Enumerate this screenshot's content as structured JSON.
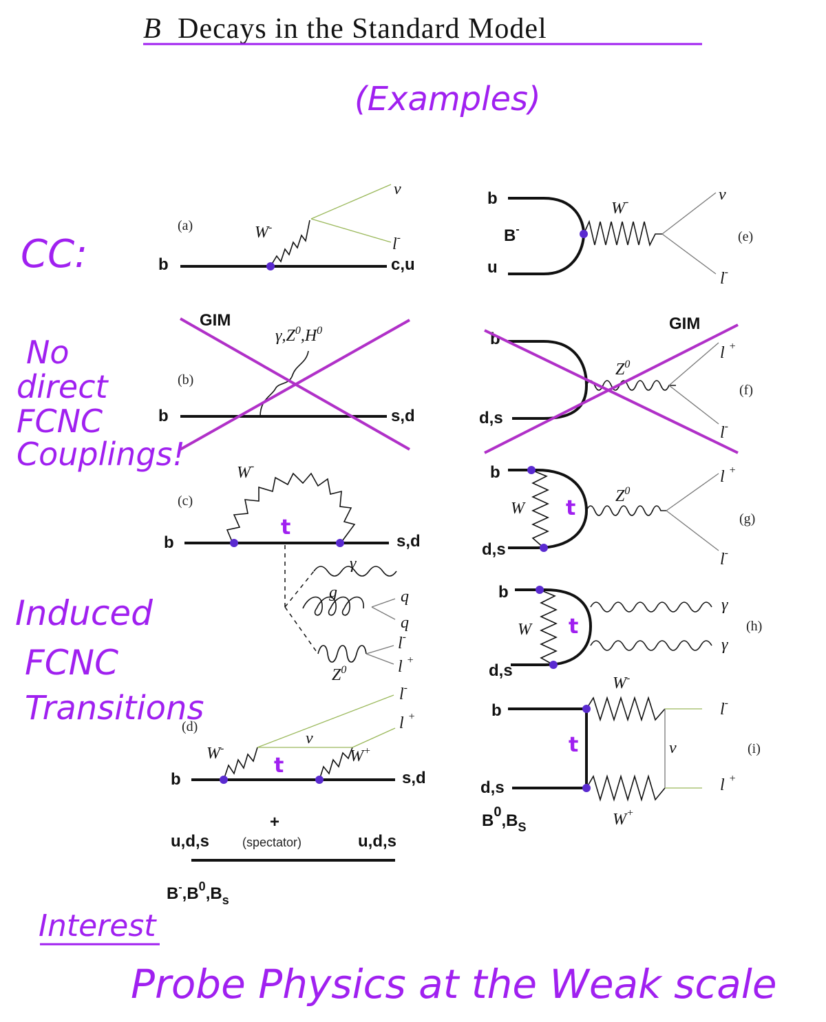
{
  "title": {
    "prefix": "B",
    "text": "Decays in the Standard Model"
  },
  "subtitle": "(Examples)",
  "side_notes": {
    "cc": "CC:",
    "no_direct": [
      "No",
      "direct",
      "FCNC",
      "Couplings!"
    ],
    "induced": [
      "Induced",
      "FCNC",
      "Transitions"
    ],
    "interest": "Interest",
    "probe": "Probe Physics at the Weak scale"
  },
  "colors": {
    "handwriting": "#a020f0",
    "cross": "#b030c8",
    "ink": "#111111"
  },
  "diagrams": {
    "a": {
      "tag": "(a)",
      "in": "b",
      "out": "c,u",
      "boson": "W",
      "boson_sup": "-",
      "nu": "ν",
      "lep": "l",
      "lep_sup": "-"
    },
    "b": {
      "tag": "(b)",
      "in": "b",
      "out": "s,d",
      "gim": "GIM",
      "boson": "γ,Z",
      "boson_sup": "0",
      "higgs": ",H",
      "higgs_sup": "0"
    },
    "c": {
      "tag": "(c)",
      "in": "b",
      "out": "s,d",
      "boson": "W",
      "boson_sup": "-",
      "top": "t",
      "gamma": "γ",
      "gluon": "g",
      "q1": "q",
      "q2": "q",
      "z": "Z",
      "z_sup": "0",
      "l1": "l",
      "l1_sup": "-",
      "l2": "l",
      "l2_sup": "+"
    },
    "d": {
      "tag": "(d)",
      "in": "b",
      "out": "s,d",
      "wm": "W",
      "wm_sup": "-",
      "wp": "W",
      "wp_sup": "+",
      "nu": "ν",
      "top": "t",
      "l1": "l",
      "l1_sup": "-",
      "l2": "l",
      "l2_sup": "+",
      "plus": "+",
      "spectator": "(spectator)",
      "spec_left": "u,d,s",
      "spec_right": "u,d,s",
      "meson": "B",
      "meson_sup1": "-",
      "meson_b0": ",B",
      "meson_sup2": "0",
      "meson_bs": ",B",
      "meson_sub": "s"
    },
    "e": {
      "tag": "(e)",
      "q1": "b",
      "q2": "u",
      "meson": "B",
      "meson_sup": "-",
      "boson": "W",
      "boson_sup": "-",
      "nu": "ν",
      "lep": "l",
      "lep_sup": "-"
    },
    "f": {
      "tag": "(f)",
      "q1": "b",
      "q2": "d,s",
      "gim": "GIM",
      "boson": "Z",
      "boson_sup": "0",
      "l1": "l",
      "l1_sup": "+",
      "l2": "l",
      "l2_sup": "-"
    },
    "g": {
      "tag": "(g)",
      "q1": "b",
      "q2": "d,s",
      "w": "W",
      "top": "t",
      "boson": "Z",
      "boson_sup": "0",
      "l1": "l",
      "l1_sup": "+",
      "l2": "l",
      "l2_sup": "-"
    },
    "h": {
      "tag": "(h)",
      "q1": "b",
      "q2": "d,s",
      "w": "W",
      "top": "t",
      "g1": "γ",
      "g2": "γ"
    },
    "i": {
      "tag": "(i)",
      "q1": "b",
      "q2": "d,s",
      "top": "t",
      "wm": "W",
      "wm_sup": "-",
      "wp": "W",
      "wp_sup": "+",
      "nu": "ν",
      "l1": "l",
      "l1_sup": "-",
      "l2": "l",
      "l2_sup": "+",
      "meson": "B",
      "meson_sup": "0",
      "meson_bs": ",B",
      "meson_sub": "S"
    }
  }
}
